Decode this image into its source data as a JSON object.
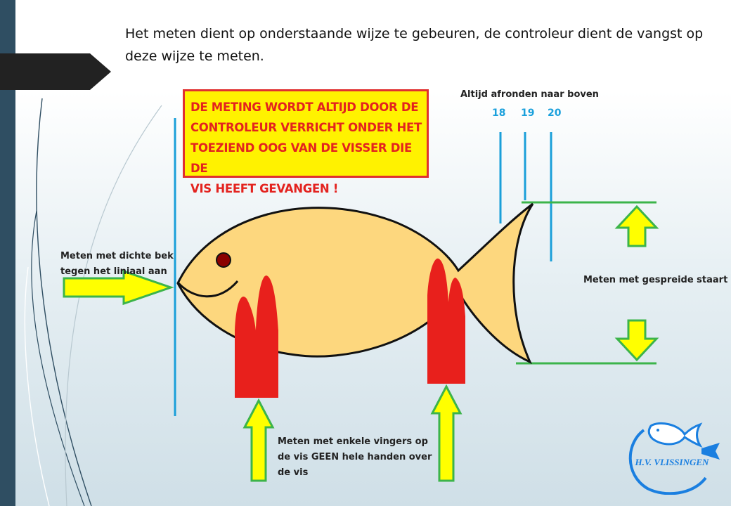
{
  "intro_text": "Het meten dient op onderstaande wijze te gebeuren, de controleur dient de vangst op deze wijze te meten.",
  "warning_lines": [
    "DE METING WORDT ALTIJD DOOR DE",
    "CONTROLEUR VERRICHT ONDER HET",
    "TOEZIEND OOG VAN DE VISSER DIE DE",
    "VIS HEEFT GEVANGEN !"
  ],
  "rounding_label": "Altijd afronden naar boven",
  "ticks": [
    "18",
    "19",
    "20"
  ],
  "mouth_note": [
    "Meten met dichte bek",
    "tegen het liniaal aan"
  ],
  "tail_note": "Meten met gespreide staart",
  "finger_note": [
    "Meten met enkele vingers op",
    "de vis GEEN hele handen over",
    "de vis"
  ],
  "logo_text": "H.V. VLISSINGEN",
  "colors": {
    "fish_body": "#fdd77e",
    "fingers": "#e8201c",
    "arrow_fill": "#ffff00",
    "arrow_stroke": "#3cb44a",
    "ruler": "#1a9fd9",
    "tail_line": "#3cb44a",
    "warning_bg": "#fff200",
    "warning_text": "#e3231f",
    "logo_blue": "#1a7fe0"
  }
}
